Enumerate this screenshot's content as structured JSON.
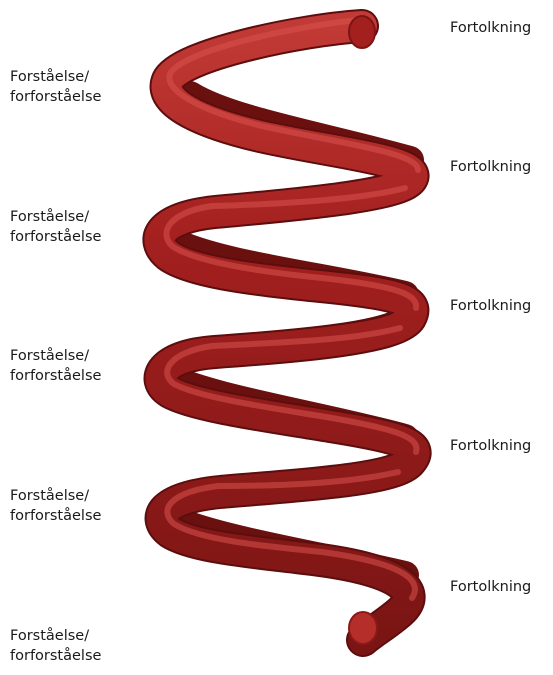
{
  "labels": {
    "left": [
      {
        "line1": "Forståelse/",
        "line2": "forforståelse"
      },
      {
        "line1": "Forståelse/",
        "line2": "forforståelse"
      },
      {
        "line1": "Forståelse/",
        "line2": "forforståelse"
      },
      {
        "line1": "Forståelse/",
        "line2": "forforståelse"
      },
      {
        "line1": "Forståelse/",
        "line2": "forforståelse"
      }
    ],
    "right": [
      "Fortolkning",
      "Fortolkning",
      "Fortolkning",
      "Fortolkning",
      "Fortolkning"
    ]
  },
  "colors": {
    "tube_base": "#a3201f",
    "tube_highlight": "#d9524e",
    "tube_shadow": "#5c0d0d",
    "tube_end": "#b52e2a",
    "text": "#1a1a1a",
    "background": "#ffffff"
  }
}
